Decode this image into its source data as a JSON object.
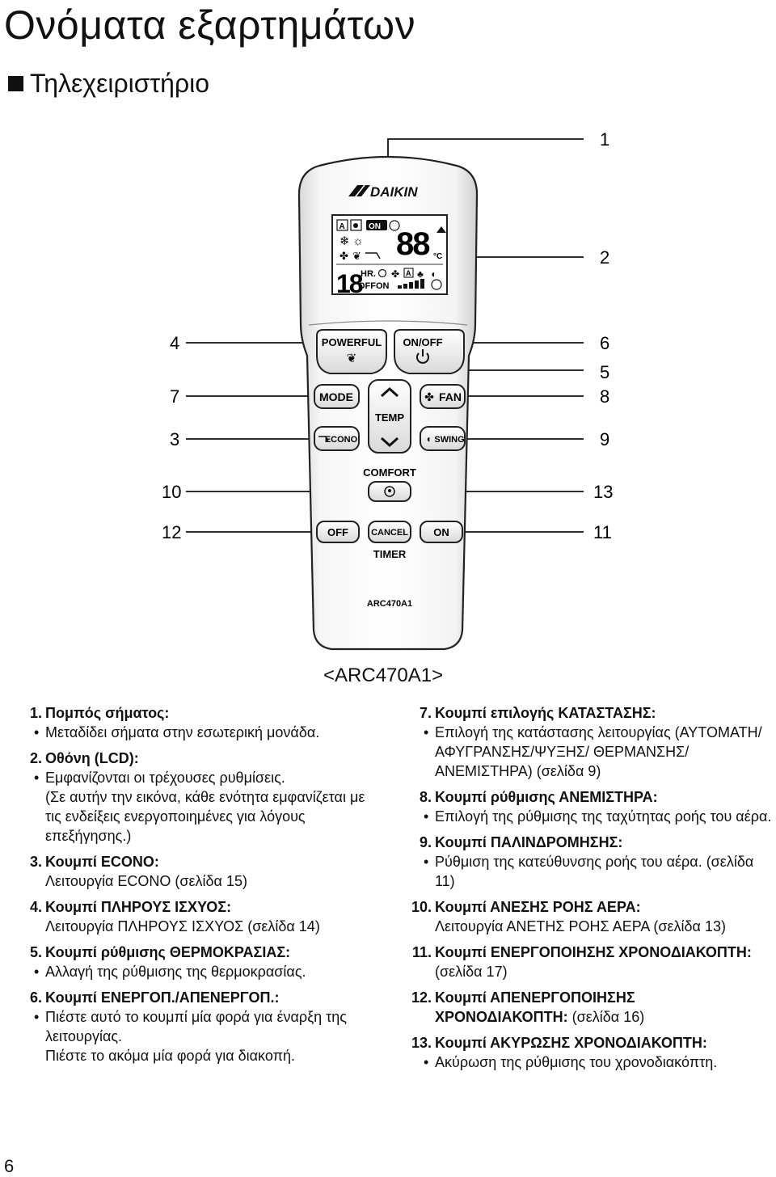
{
  "page": {
    "title": "Ονόματα εξαρτημάτων",
    "section": "Τηλεχειριστήριο",
    "caption": "<ARC470A1>",
    "page_number": "6"
  },
  "callouts": {
    "left": [
      {
        "num": "4"
      },
      {
        "num": "7"
      },
      {
        "num": "3"
      },
      {
        "num": "10"
      },
      {
        "num": "12"
      }
    ],
    "right": [
      {
        "num": "1"
      },
      {
        "num": "2"
      },
      {
        "num": "6"
      },
      {
        "num": "5"
      },
      {
        "num": "8"
      },
      {
        "num": "9"
      },
      {
        "num": "13"
      },
      {
        "num": "11"
      }
    ]
  },
  "remote": {
    "brand": "DAIKIN",
    "model": "ARC470A1",
    "lcd": {
      "digits_temp": "88",
      "unit": "°C",
      "on_label": "ON",
      "hr_label": "HR.",
      "offon_label": "OFFON",
      "hour_digits": "18",
      "auto_badge": "A"
    },
    "buttons": {
      "powerful": "POWERFUL",
      "onoff": "ON/OFF",
      "mode": "MODE",
      "econo": "ECONO",
      "temp": "TEMP",
      "fan": "FAN",
      "swing": "SWING",
      "comfort": "COMFORT",
      "off": "OFF",
      "cancel": "CANCEL",
      "on": "ON",
      "timer": "TIMER"
    }
  },
  "descriptions": {
    "left": [
      {
        "num": "1.",
        "title": "Πομπός σήματος:",
        "lines": [
          {
            "bullet": true,
            "text": "Μεταδίδει σήματα στην εσωτερική μονάδα."
          }
        ]
      },
      {
        "num": "2.",
        "title": "Οθόνη (LCD):",
        "lines": [
          {
            "bullet": true,
            "text": "Εμφανίζονται οι τρέχουσες ρυθμίσεις."
          },
          {
            "bullet": false,
            "text": "(Σε αυτήν την εικόνα, κάθε ενότητα εμφανίζεται με τις ενδείξεις ενεργοποιημένες για λόγους επεξήγησης.)"
          }
        ]
      },
      {
        "num": "3.",
        "title": "Κουμπί ECONO:",
        "lines": [
          {
            "bullet": false,
            "text": "Λειτουργία ECONO (σελίδα 15)"
          }
        ]
      },
      {
        "num": "4.",
        "title": "Κουμπί ΠΛΗΡΟΥΣ ΙΣΧΥΟΣ:",
        "lines": [
          {
            "bullet": false,
            "text": "Λειτουργία ΠΛΗΡΟΥΣ ΙΣΧΥΟΣ (σελίδα 14)"
          }
        ]
      },
      {
        "num": "5.",
        "title": "Κουμπί ρύθμισης ΘΕΡΜΟΚΡΑΣΙΑΣ:",
        "lines": [
          {
            "bullet": true,
            "text": "Αλλαγή της ρύθμισης της θερμοκρασίας."
          }
        ]
      },
      {
        "num": "6.",
        "title": "Κουμπί ΕΝΕΡΓΟΠ./ΑΠΕΝΕΡΓΟΠ.:",
        "lines": [
          {
            "bullet": true,
            "text": "Πιέστε αυτό το κουμπί μία φορά για έναρξη της λειτουργίας."
          },
          {
            "bullet": false,
            "text": "Πιέστε το ακόμα μία φορά για διακοπή."
          }
        ]
      }
    ],
    "right": [
      {
        "num": "7.",
        "title": "Κουμπί επιλογής ΚΑΤΑΣΤΑΣΗΣ:",
        "lines": [
          {
            "bullet": true,
            "text": "Επιλογή της κατάστασης λειτουργίας (ΑΥΤΟΜΑΤΗ/ΑΦΥΓΡΑΝΣΗΣ/ΨΥΞΗΣ/ ΘΕΡΜΑΝΣΗΣ/ΑΝΕΜΙΣΤΗΡΑ) (σελίδα 9)"
          }
        ]
      },
      {
        "num": "8.",
        "title": "Κουμπί ρύθμισης ΑΝΕΜΙΣΤΗΡΑ:",
        "lines": [
          {
            "bullet": true,
            "text": "Επιλογή της ρύθμισης της ταχύτητας ροής του αέρα."
          }
        ]
      },
      {
        "num": "9.",
        "title": "Κουμπί ΠΑΛΙΝΔΡΟΜΗΣΗΣ:",
        "lines": [
          {
            "bullet": true,
            "text": "Ρύθμιση της κατεύθυνσης ροής του αέρα. (σελίδα 11)"
          }
        ]
      },
      {
        "num": "10.",
        "title": "Κουμπί ΑΝΕΣΗΣ ΡΟΗΣ ΑΕΡΑ:",
        "lines": [
          {
            "bullet": false,
            "text": "Λειτουργία ΑΝΕΤΗΣ ΡΟΗΣ ΑΕΡΑ (σελίδα 13)"
          }
        ]
      },
      {
        "num": "11.",
        "title": "Κουμπί ΕΝΕΡΓΟΠΟΙΗΣΗΣ ΧΡΟΝΟΔΙΑΚΟΠΤΗ:",
        "title_rest": " (σελίδα 17)",
        "lines": []
      },
      {
        "num": "12.",
        "title": "Κουμπί ΑΠΕΝΕΡΓΟΠΟΙΗΣΗΣ ΧΡΟΝΟΔΙΑΚΟΠΤΗ:",
        "title_rest": " (σελίδα 16)",
        "lines": []
      },
      {
        "num": "13.",
        "title": "Κουμπί ΑΚΥΡΩΣΗΣ ΧΡΟΝΟΔΙΑΚΟΠΤΗ:",
        "lines": [
          {
            "bullet": true,
            "text": "Ακύρωση της ρύθμισης του χρονοδιακόπτη."
          }
        ]
      }
    ]
  }
}
